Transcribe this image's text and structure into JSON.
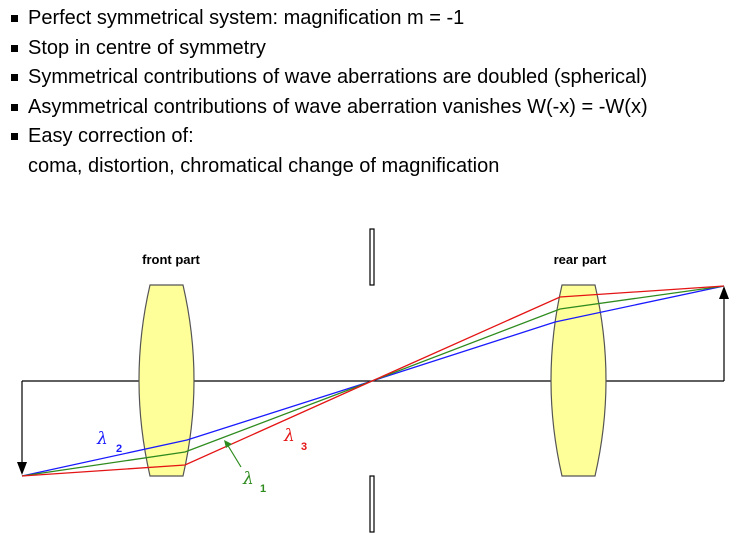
{
  "bullets": [
    {
      "text": "Perfect symmetrical system: magnification m = -1",
      "marker": true
    },
    {
      "text": "Stop in centre of symmetry",
      "marker": true
    },
    {
      "text": "Symmetrical contributions of wave aberrations are doubled (spherical)",
      "marker": true
    },
    {
      "text": "Asymmetrical contributions of wave aberration vanishes W(-x) = -W(x)",
      "marker": true
    },
    {
      "text": "Easy correction of:",
      "marker": true
    },
    {
      "text": "coma, distortion, chromatical change of magnification",
      "marker": false
    }
  ],
  "diagram": {
    "front_label": "front part",
    "rear_label": "rear part",
    "lambda_symbol": "λ",
    "lambda2_sub": "2",
    "lambda3_sub": "3",
    "lambda1_sub": "1",
    "colors": {
      "lambda1": "#2e8b1e",
      "lambda2": "#1a1aff",
      "lambda3": "#e41414",
      "lens_fill": "#ffff99",
      "lens_stroke": "#555555",
      "axis": "#000000"
    }
  }
}
